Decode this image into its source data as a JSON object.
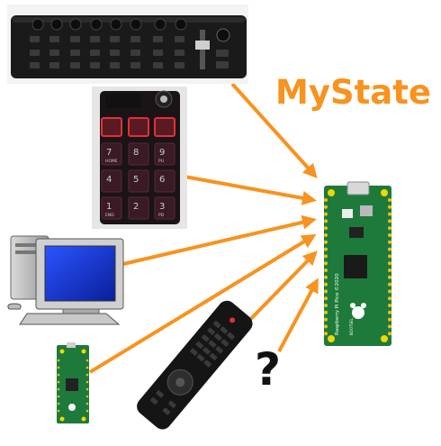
{
  "title": "MyState",
  "unknown_symbol": "?",
  "keypad_labels": [
    "7",
    "8",
    "9",
    "4",
    "5",
    "6",
    "1",
    "2",
    "3"
  ],
  "keypad_sublabels": [
    "HOME",
    "",
    "PU",
    "",
    "",
    "",
    "END",
    "",
    "PD"
  ],
  "pico_silkscreen": "Raspberry Pi Pico ©2020",
  "bootsel": "BOOTSEL",
  "colors": {
    "arrow": "#f7931e",
    "title": "#f7931e",
    "pcb": "#1e7a3a",
    "monitor_screen": "#1a3fd1"
  }
}
